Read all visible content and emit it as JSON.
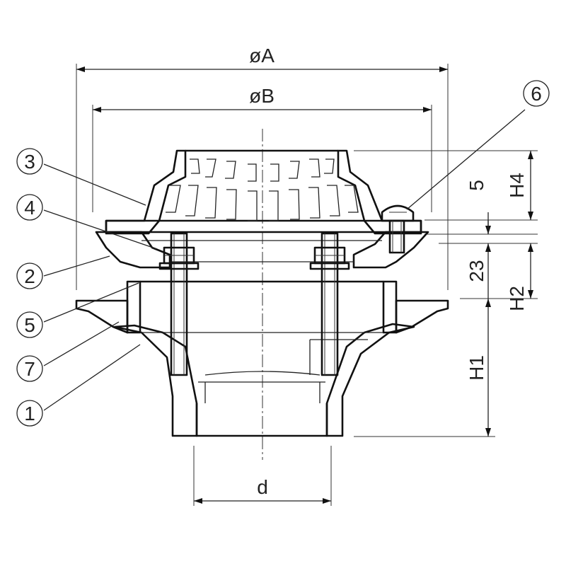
{
  "dimensions": {
    "outer_diameter": "øA",
    "inner_diameter": "øB",
    "pipe_diameter": "d",
    "height_1": "H1",
    "height_2": "H2",
    "height_4": "H4",
    "value_top": "5",
    "value_mid": "23"
  },
  "callouts": [
    {
      "id": "callout-1",
      "number": "1"
    },
    {
      "id": "callout-2",
      "number": "2"
    },
    {
      "id": "callout-3",
      "number": "3"
    },
    {
      "id": "callout-4",
      "number": "4"
    },
    {
      "id": "callout-5",
      "number": "5"
    },
    {
      "id": "callout-6",
      "number": "6"
    },
    {
      "id": "callout-7",
      "number": "7"
    }
  ]
}
